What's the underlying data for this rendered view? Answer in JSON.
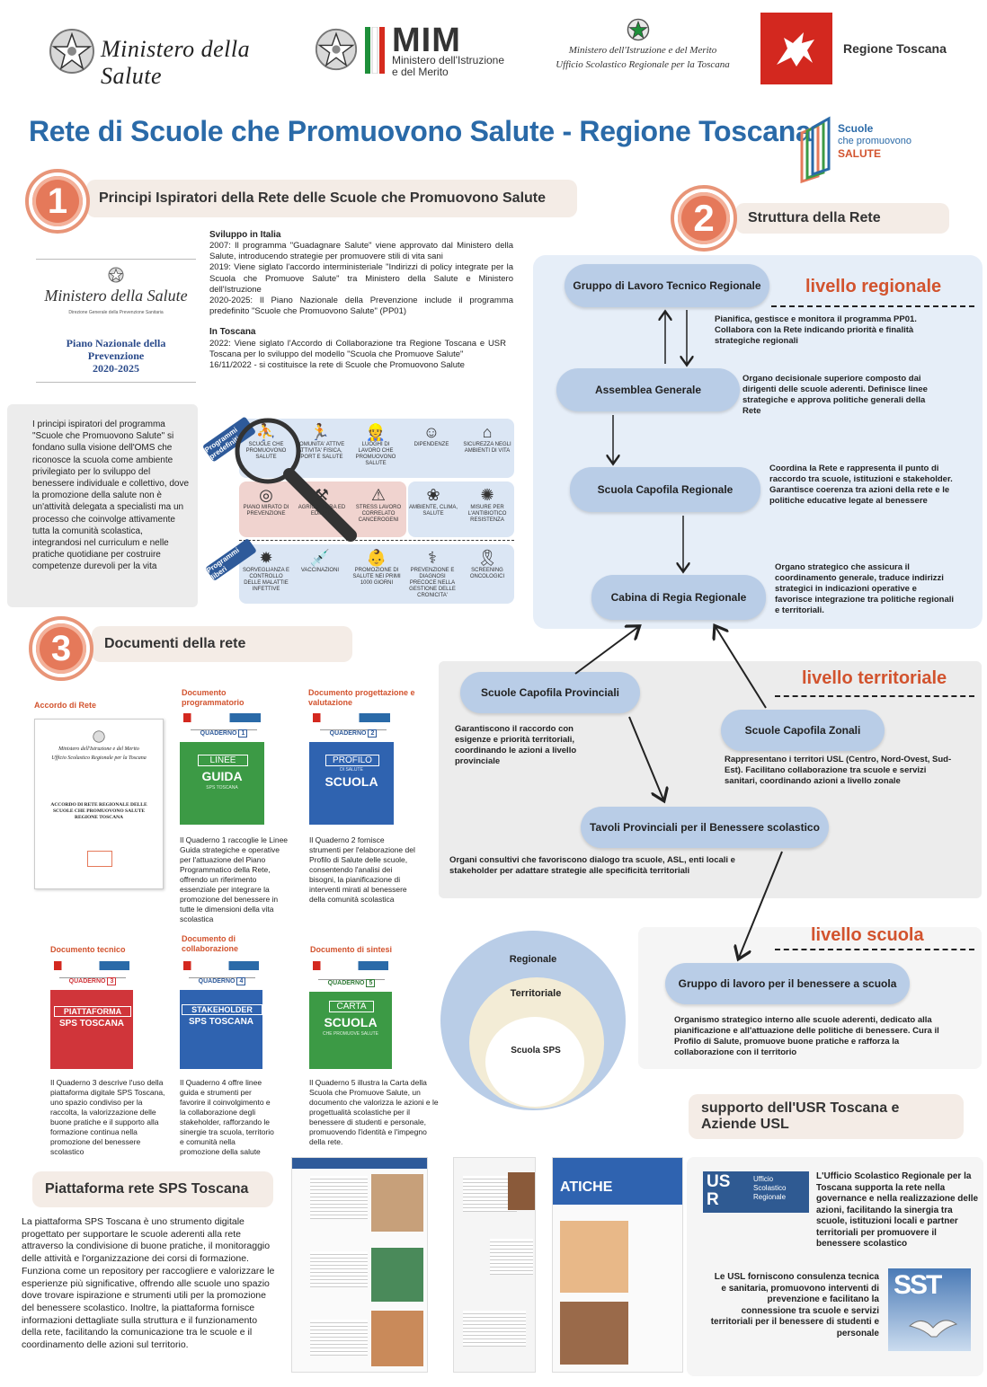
{
  "header": {
    "logo1_text": "Ministero della Salute",
    "logo2_big": "MIM",
    "logo2_line1": "Ministero dell'Istruzione",
    "logo2_line2": "e del Merito",
    "logo3_line1": "Ministero dell'Istruzione e del Merito",
    "logo3_line2": "Ufficio Scolastico Regionale per la Toscana",
    "logo4_text": "Regione Toscana",
    "title": "Rete di Scuole che Promuovono Salute - Regione Toscana",
    "sps_logo_line1": "Scuole",
    "sps_logo_line2": "che promuovono",
    "sps_logo_line3": "SALUTE"
  },
  "section1": {
    "number": "1",
    "title": "Principi Ispiratori della Rete delle Scuole che Promuovono Salute",
    "pnp_ministry": "Ministero della Salute",
    "pnp_dept": "Direzione Generale della Prevenzione Sanitaria",
    "pnp_line1": "Piano Nazionale della",
    "pnp_line2": "Prevenzione",
    "pnp_line3": "2020-2025",
    "italia_heading": "Sviluppo in Italia",
    "italia_text": "2007: Il programma \"Guadagnare Salute\" viene approvato dal Ministero della Salute, introducendo strategie per promuovere stili di vita sani\n2019: Viene siglato l'accordo interministeriale \"Indirizzi di policy integrate per la Scuola che Promuove Salute\" tra Ministero della Salute e Ministero dell'Istruzione\n2020-2025: Il Piano Nazionale della Prevenzione include il programma predefinito \"Scuole che Promuovono Salute\" (PP01)",
    "toscana_heading": "In Toscana",
    "toscana_text": "2022: Viene siglato l'Accordo di Collaborazione tra Regione Toscana e USR Toscana per lo sviluppo del modello \"Scuola che Promuove Salute\"\n16/11/2022 - si costituisce la rete di Scuole che Promuovono Salute",
    "principles_text": "I principi ispiratori del programma \"Scuole che Promuovono Salute\" si fondano sulla visione dell'OMS che riconosce la scuola come ambiente privilegiato per lo sviluppo del benessere individuale e collettivo, dove la promozione della salute non è un'attività delegata a specialisti ma un processo che coinvolge attivamente tutta la comunità scolastica, integrandosi nel curriculum e nelle pratiche quotidiane per costruire competenze durevoli per la vita",
    "tag_predefiniti": "Programmi predefiniti",
    "tag_liberi": "Programmi liberi",
    "icons_row1": [
      "SCUOLE CHE PROMUOVONO SALUTE",
      "COMUNITA' ATTIVE ATTIVITA' FISICA, SPORT E SALUTE",
      "LUOGHI DI LAVORO CHE PROMUOVONO SALUTE",
      "DIPENDENZE",
      "SICUREZZA NEGLI AMBIENTI DI VITA"
    ],
    "icons_row2": [
      "PIANO MIRATO DI PREVENZIONE",
      "AGRICOLTURA ED EDILIZIA",
      "STRESS LAVORO CORRELATO CANCEROGENI",
      "AMBIENTE, CLIMA, SALUTE",
      "MISURE PER L'ANTIBIOTICO RESISTENZA"
    ],
    "icons_row3": [
      "SORVEGLIANZA E CONTROLLO DELLE MALATTIE INFETTIVE",
      "VACCINAZIONI",
      "PROMOZIONE DI SALUTE NEI PRIMI 1000 GIORNI",
      "PREVENZIONE E DIAGNOSI PRECOCE NELLA GESTIONE DELLE CRONICITA'",
      "SCREENING ONCOLOGICI"
    ]
  },
  "section2": {
    "number": "2",
    "title": "Struttura della Rete",
    "level_regional": "livello regionale",
    "level_territorial": "livello territoriale",
    "level_school": "livello scuola",
    "gruppo_tecnico": "Gruppo di Lavoro Tecnico Regionale",
    "gruppo_tecnico_desc": "Pianifica, gestisce e monitora il programma PP01. Collabora con la Rete indicando priorità e finalità strategiche regionali",
    "assemblea": "Assemblea Generale",
    "assemblea_desc": "Organo decisionale superiore composto dai dirigenti delle scuole aderenti. Definisce linee strategiche e approva politiche generali della Rete",
    "capofila_regionale": "Scuola Capofila Regionale",
    "capofila_regionale_desc": "Coordina la Rete e rappresenta il punto di raccordo tra scuole, istituzioni e stakeholder. Garantisce coerenza tra azioni della rete e le politiche educative legate al benessere",
    "cabina": "Cabina di Regia Regionale",
    "cabina_desc": "Organo strategico che assicura il coordinamento generale, traduce indirizzi strategici in indicazioni operative e favorisce integrazione tra politiche regionali e territoriali.",
    "capofila_provinciali": "Scuole Capofila Provinciali",
    "capofila_provinciali_desc": "Garantiscono il raccordo con esigenze e priorità territoriali, coordinando le azioni a livello provinciale",
    "capofila_zonali": "Scuole Capofila Zonali",
    "capofila_zonali_desc": "Rappresentano i territori USL (Centro, Nord-Ovest, Sud-Est). Facilitano collaborazione tra scuole e servizi sanitari, coordinando azioni a livello zonale",
    "tavoli": "Tavoli Provinciali per il Benessere scolastico",
    "tavoli_desc": "Organi consultivi che favoriscono dialogo tra scuole, ASL, enti locali e stakeholder per adattare strategie alle specificità territoriali",
    "gruppo_scuola": "Gruppo di lavoro per il benessere a scuola",
    "gruppo_scuola_desc": "Organismo strategico interno alle scuole aderenti, dedicato alla pianificazione e all'attuazione delle politiche di benessere. Cura il Profilo di Salute, promuove buone pratiche e rafforza la collaborazione con il territorio",
    "circle_regionale": "Regionale",
    "circle_territoriale": "Territoriale",
    "circle_scuola": "Scuola SPS"
  },
  "section3": {
    "number": "3",
    "title": "Documenti della rete",
    "docs": [
      {
        "label": "Accordo di Rete",
        "thumb_title": "ACCORDO DI RETE REGIONALE DELLE SCUOLE CHE PROMUOVONO SALUTE REGIONE TOSCANA",
        "caption": ""
      },
      {
        "label": "Documento programmatorio",
        "quaderno": "QUADERNO",
        "num": "1",
        "cover_line1": "LINEE",
        "cover_line2": "GUIDA",
        "cover_line3": "SPS TOSCANA",
        "color": "#3c9a45",
        "caption": "Il Quaderno 1 raccoglie le Linee Guida strategiche e operative per l'attuazione del Piano Programmatico della Rete, offrendo un riferimento essenziale per integrare la promozione del benessere in tutte le dimensioni della vita scolastica"
      },
      {
        "label": "Documento progettazione e valutazione",
        "quaderno": "QUADERNO",
        "num": "2",
        "cover_line1": "PROFILO",
        "cover_line2": "DI SALUTE",
        "cover_line3": "SCUOLA",
        "color": "#2f63b0",
        "caption": "Il Quaderno 2 fornisce strumenti per l'elaborazione del Profilo di Salute delle scuole, consentendo l'analisi dei bisogni, la pianificazione di interventi mirati al benessere della comunità scolastica"
      },
      {
        "label": "Documento tecnico",
        "quaderno": "QUADERNO",
        "num": "3",
        "cover_line1": "PIATTAFORMA",
        "cover_line2": "SPS TOSCANA",
        "cover_line3": "",
        "color": "#d0353a",
        "caption": "Il Quaderno 3 descrive l'uso della piattaforma digitale SPS Toscana, uno spazio condiviso per la raccolta, la valorizzazione delle buone pratiche e il supporto alla formazione continua nella promozione del benessere scolastico"
      },
      {
        "label": "Documento di collaborazione",
        "quaderno": "QUADERNO",
        "num": "4",
        "cover_line1": "STAKEHOLDER",
        "cover_line2": "SPS TOSCANA",
        "cover_line3": "",
        "color": "#2f63b0",
        "caption": "Il Quaderno 4 offre linee guida e strumenti per favorire il coinvolgimento e la collaborazione degli stakeholder, rafforzando le sinergie tra scuola, territorio e comunità nella promozione della salute"
      },
      {
        "label": "Documento di sintesi",
        "quaderno": "QUADERNO",
        "num": "5",
        "cover_line1": "CARTA",
        "cover_line2": "SCUOLA",
        "cover_line3": "CHE PROMUOVE SALUTE",
        "color": "#3c9a45",
        "caption": "Il Quaderno 5 illustra la Carta della Scuola che Promuove Salute, un documento che valorizza le azioni e le progettualità scolastiche per il benessere di studenti e personale, promuovendo l'identità e l'impegno della rete."
      }
    ]
  },
  "platform": {
    "title": "Piattaforma rete SPS Toscana",
    "text": "La piattaforma SPS Toscana è uno strumento digitale progettato per supportare le scuole aderenti alla rete attraverso la condivisione di buone pratiche, il monitoraggio delle attività e l'organizzazione dei corsi di formazione. Funziona come un repository per raccogliere e valorizzare le esperienze più significative, offrendo alle scuole uno spazio dove trovare ispirazione e strumenti utili per la promozione del benessere scolastico. Inoltre, la piattaforma fornisce informazioni dettagliate sulla struttura e il funzionamento della rete, facilitando la comunicazione tra le scuole e il coordinamento delle azioni sul territorio.",
    "banner_text": "ATICHE"
  },
  "support": {
    "title_line1": "supporto dell'USR Toscana e",
    "title_line2": "Aziende USL",
    "usr_logo_big": "USR",
    "usr_logo_line1": "Ufficio",
    "usr_logo_line2": "Scolastico",
    "usr_logo_line3": "Regionale",
    "usr_text": "L'Ufficio Scolastico Regionale per la Toscana supporta la rete nella governance e nella realizzazione delle azioni, facilitando la sinergia tra scuole, istituzioni locali e partner territoriali per promuovere il benessere scolastico",
    "usl_text": "Le USL forniscono consulenza tecnica e sanitaria, promuovono interventi di prevenzione e facilitano la connessione tra scuole e servizi territoriali per il benessere di studenti e personale",
    "sst_logo": "SST"
  }
}
